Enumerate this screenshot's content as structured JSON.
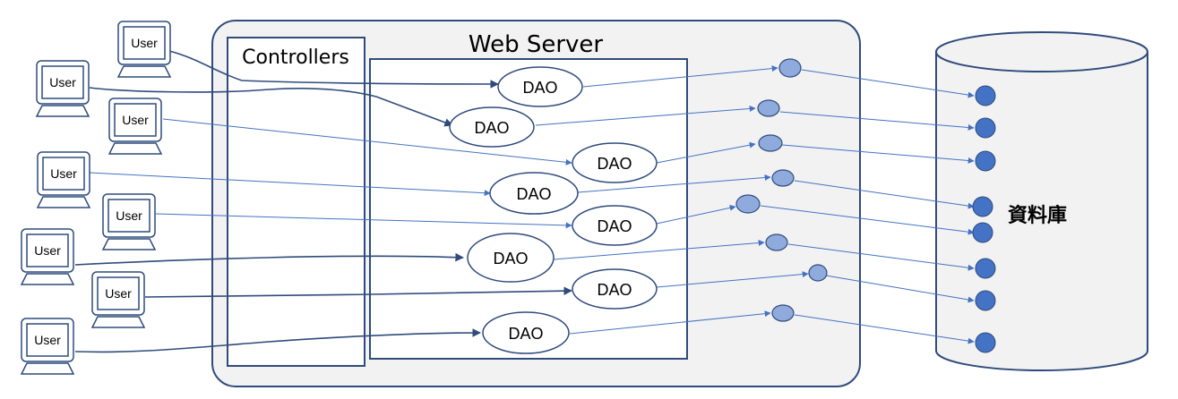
{
  "title": "Web Server",
  "controllers_label": "Controllers",
  "database_label": "資料庫",
  "users": [
    {
      "label": "User"
    },
    {
      "label": "User"
    },
    {
      "label": "User"
    },
    {
      "label": "User"
    },
    {
      "label": "User"
    },
    {
      "label": "User"
    },
    {
      "label": "User"
    },
    {
      "label": "User"
    }
  ],
  "daos": [
    {
      "label": "DAO"
    },
    {
      "label": "DAO"
    },
    {
      "label": "DAO"
    },
    {
      "label": "DAO"
    },
    {
      "label": "DAO"
    },
    {
      "label": "DAO"
    },
    {
      "label": "DAO"
    },
    {
      "label": "DAO"
    }
  ],
  "colors": {
    "server_fill": "#f2f2f2",
    "server_border": "#2f4b7c",
    "box_border": "#2f4b7c",
    "line": "#4472c4",
    "line_dark": "#2f4b7c",
    "connector_light": "#8faadc",
    "connector_dark": "#4472c4"
  }
}
